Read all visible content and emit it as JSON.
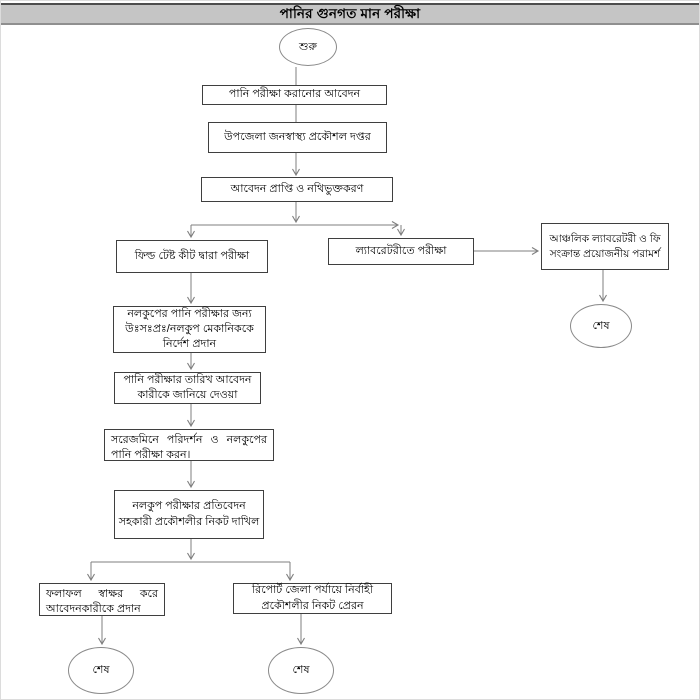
{
  "title": "পানির গুনগত মান পরীক্ষা",
  "flowchart": {
    "start": {
      "label": "শুরু"
    },
    "nodes": [
      {
        "id": "apply",
        "label": "পানি পরীক্ষা করানোর আবেদন"
      },
      {
        "id": "office",
        "label": "উপজেলা জনস্বাস্থ্য প্রকৌশল দপ্তর"
      },
      {
        "id": "receive",
        "label": "আবেদন প্রাপ্তি ও নথিভুক্তকরণ"
      },
      {
        "id": "fieldtest",
        "label": "ফিল্ড টেষ্ট কীট দ্বারা পরীক্ষা"
      },
      {
        "id": "lab",
        "label": "ল্যাবরেটরীতে পরীক্ষা"
      },
      {
        "id": "regional",
        "label": "আঞ্চলিক ল্যাবরেটরী ও ফি সংক্রান্ত প্রয়োজনীয় পরামর্শ"
      },
      {
        "id": "instruct",
        "label": "নলকুপের পানি পরীক্ষার জন্য উঃসঃপ্রঃ/নলকুপ মেকানিককে নির্দেশ প্রদান"
      },
      {
        "id": "inform",
        "label": "পানি পরীক্ষার তারিখ আবেদন কারীকে জানিয়ে দেওয়া"
      },
      {
        "id": "inspect",
        "label": "সরেজমিনে পরিদর্শন ও নলকুপের পানি পরীক্ষা করন।"
      },
      {
        "id": "report",
        "label": "নলকুপ পরীক্ষার প্রতিবেদন সহকারী প্রকৌশলীর নিকট দাখিল"
      },
      {
        "id": "result",
        "label": "ফলাফল স্বাক্ষর করে আবেদনকারীকে প্রদান"
      },
      {
        "id": "send",
        "label": "রিপোর্ট জেলা পর্যায়ে নির্বাহী প্রকৌশলীর নিকট প্রেরন"
      }
    ],
    "ends": [
      {
        "label": "শেষ"
      },
      {
        "label": "শেষ"
      },
      {
        "label": "শেষ"
      }
    ]
  },
  "colors": {
    "title_bar_bg": "#c5c5c5",
    "connector_line": "#7f7f7f",
    "box_border": "#3f3f3f"
  }
}
